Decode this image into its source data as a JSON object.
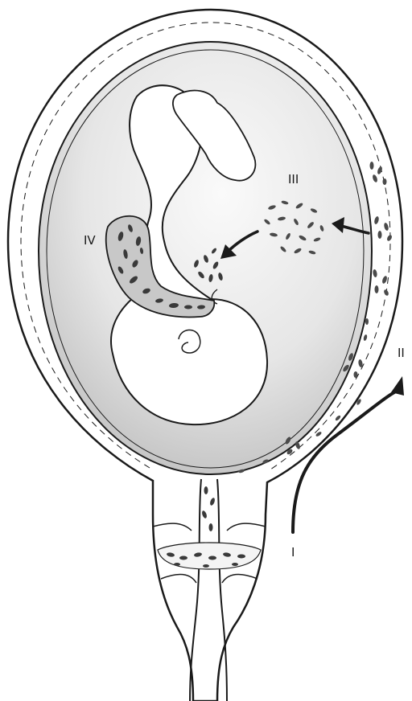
{
  "labels": {
    "stage_1": "I",
    "stage_2": "II",
    "stage_3": "III",
    "stage_4": "IV"
  },
  "colors": {
    "ink": "#1a1a1a",
    "amniotic_fluid": "#d9d9d9",
    "background": "#ffffff",
    "organism_cluster": "#555555"
  }
}
